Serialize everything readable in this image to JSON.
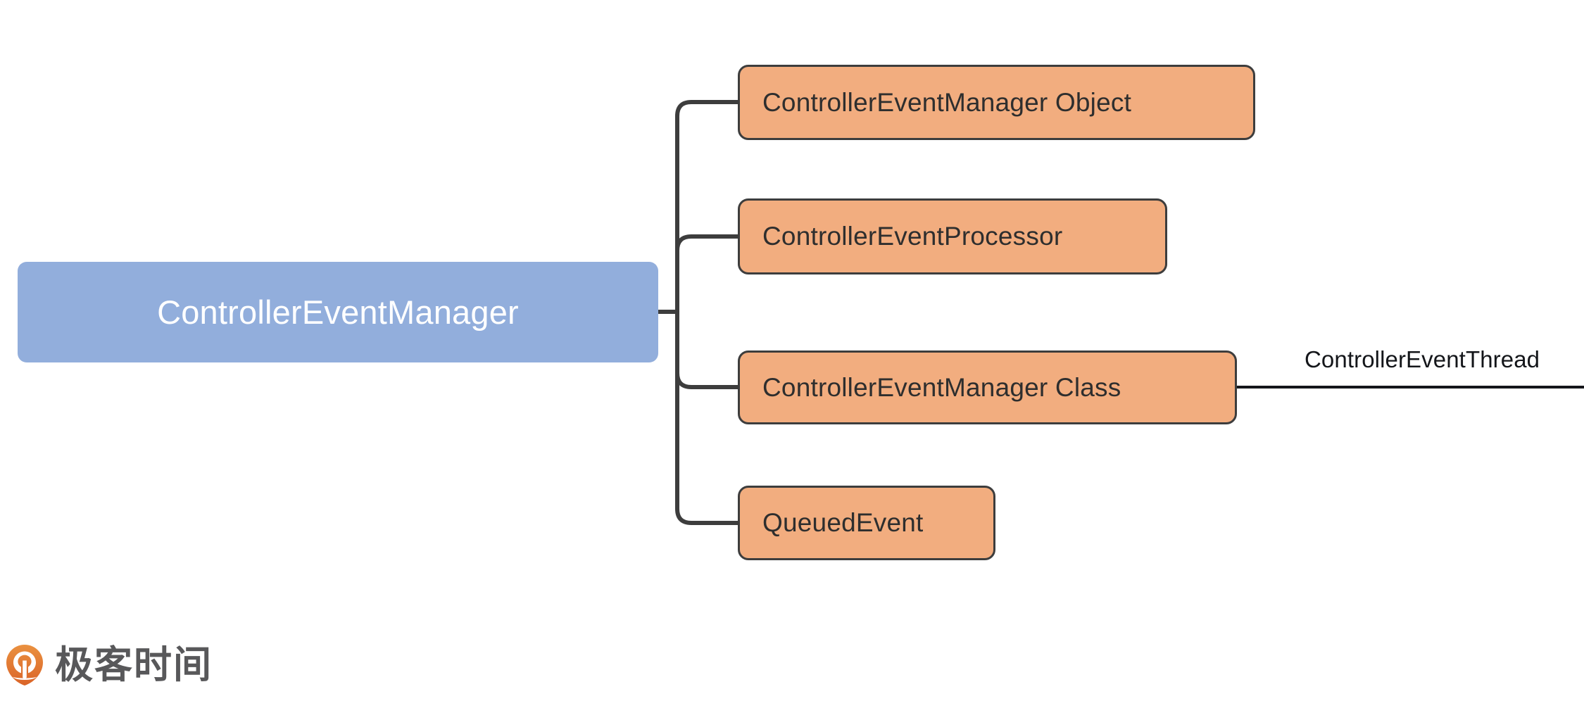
{
  "diagram": {
    "type": "mindmap",
    "root": {
      "label": "ControllerEventManager",
      "color": "#92AEDC",
      "text_color": "#FFFFFF"
    },
    "children": [
      {
        "label": "ControllerEventManager Object",
        "color": "#F2AD7F",
        "border_color": "#3D3D3D"
      },
      {
        "label": "ControllerEventProcessor",
        "color": "#F2AD7F",
        "border_color": "#3D3D3D"
      },
      {
        "label": "ControllerEventManager Class",
        "color": "#F2AD7F",
        "border_color": "#3D3D3D"
      },
      {
        "label": "QueuedEvent",
        "color": "#F2AD7F",
        "border_color": "#3D3D3D"
      }
    ],
    "leaf": {
      "label": "ControllerEventThread",
      "parent": "ControllerEventManager Class",
      "text_color": "#14161A"
    },
    "connector_color": "#3D3D3D"
  },
  "brand": {
    "name": "极客时间",
    "mark_color_start": "#E98A3C",
    "mark_color_end": "#DB6B2B",
    "text_color": "#58585A"
  }
}
